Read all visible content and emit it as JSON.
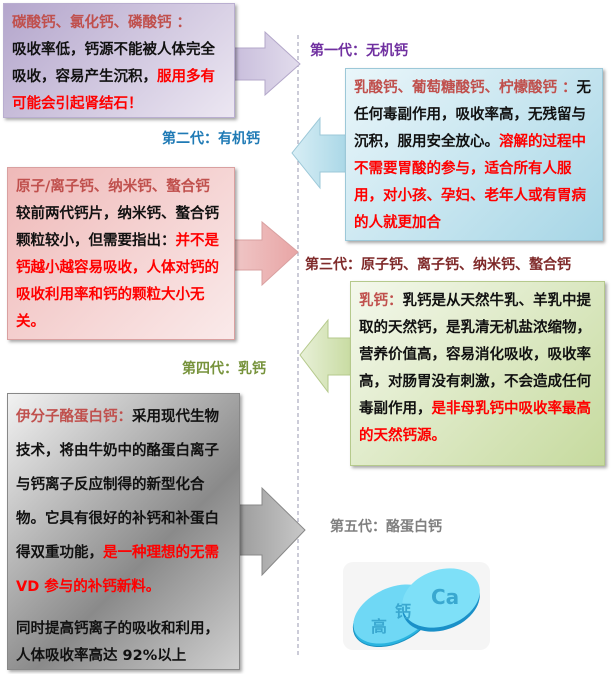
{
  "generations": [
    {
      "label": "第一代：无机钙",
      "color": "#7030a0"
    },
    {
      "label": "第二代：有机钙",
      "color": "#1f7ab5"
    },
    {
      "label": "第三代：原子钙、离子钙、纳米钙、螯合钙",
      "color": "#7f2a2a"
    },
    {
      "label": "第四代：乳钙",
      "color": "#77933c"
    },
    {
      "label": "第五代：酪蛋白钙",
      "color": "#7f7f7f"
    }
  ],
  "boxes": {
    "b1": {
      "head": "碳酸钙、氯化钙、磷酸钙 ：",
      "body": "吸收率低，钙源不能被人体完全吸收，容易产生沉积，",
      "red": "服用多有可能会引起肾结石！"
    },
    "b2": {
      "head": "乳酸钙、葡萄糖酸钙、柠檬酸钙 ：",
      "body": "无任何毒副作用，吸收率高，无残留与沉积，服用安全放心。",
      "red": "溶解的过程中不需要胃酸的参与，适合所有人服用，对小孩、孕妇、老年人或有胃病的人就更加合"
    },
    "b3": {
      "head": "原子/离子钙、纳米钙、螯合钙",
      "body": "较前两代钙片，纳米钙、螯合钙颗粒较小，但需要指出：",
      "red": "并不是钙越小越容易吸收，人体对钙的吸收利用率和钙的颗粒大小无关。"
    },
    "b4": {
      "head": "乳钙：",
      "body": "乳钙是从天然牛乳、羊乳中提取的天然钙，是乳清无机盐浓缩物，营养价值高，容易消化吸收，吸收率高，对肠胃没有刺激，不会造成任何毒副作用，",
      "red": "是非母乳钙中吸收率最高的天然钙源。"
    },
    "b5": {
      "head": "伊分子酪蛋白钙：",
      "body": "采用现代生物技术，将由牛奶中的酪蛋白离子与钙离子反应制得的新型化合物。它具有很好的补钙和补蛋白得双重功能，",
      "red": "是一种理想的无需VD 参与的补钙新料。",
      "extra": "同时提高钙离子的吸收和利用，人体吸收率高达 92%以上"
    }
  },
  "pill": {
    "text1": "高",
    "text2": "钙",
    "text3": "Ca"
  }
}
